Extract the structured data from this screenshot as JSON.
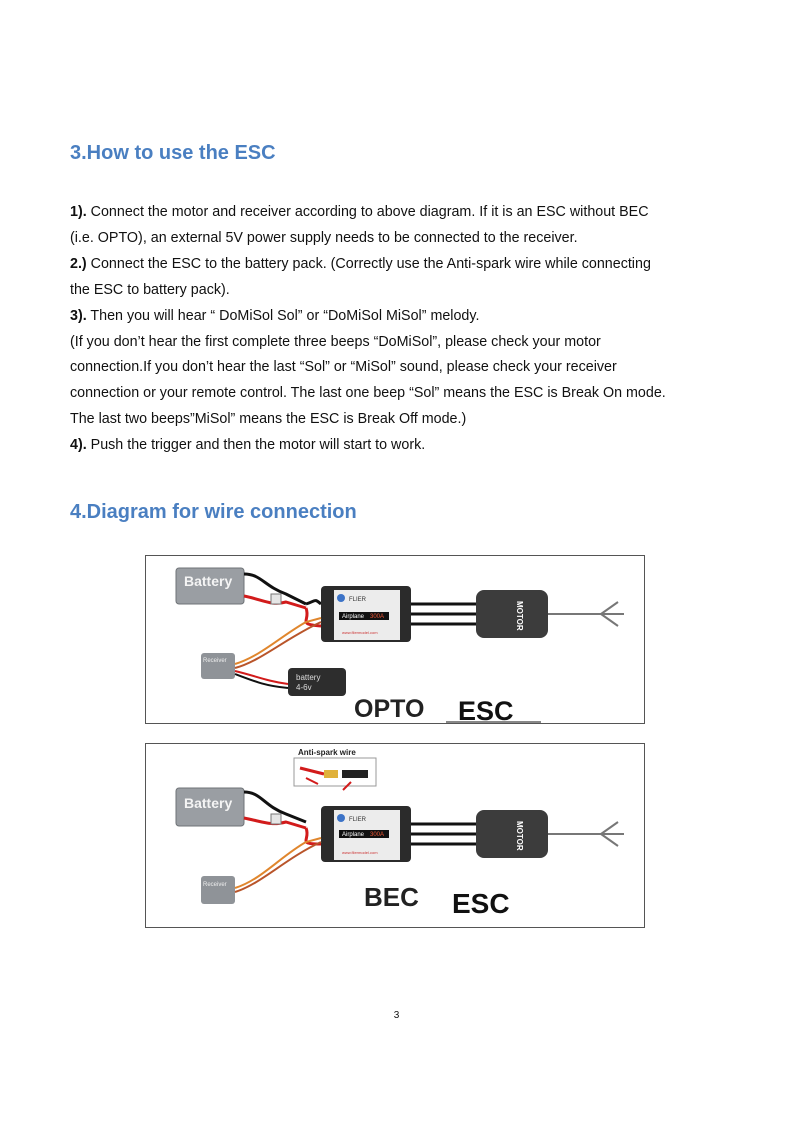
{
  "section3": {
    "heading": "3.How to use the ESC",
    "items": [
      {
        "num": "1).",
        "lines": [
          " Connect the motor and receiver according to above diagram. If it is an ESC without BEC",
          "(i.e. OPTO), an external 5V power supply needs to be connected to the receiver."
        ]
      },
      {
        "num": "2.)",
        "lines": [
          " Connect the ESC to the battery pack. (Correctly use the Anti-spark wire while connecting",
          "the ESC to battery pack)."
        ]
      },
      {
        "num": "3).",
        "lines": [
          " Then you will hear “ DoMiSol  Sol” or “DoMiSol  MiSol” melody.",
          "(If you don’t hear the first complete three beeps “DoMiSol”, please check your motor",
          "connection.If you don’t hear the last “Sol” or “MiSol” sound, please check your receiver",
          "connection or your remote control. The last one beep “Sol” means the ESC is Break On mode.",
          "The last two beeps”MiSol” means the ESC is Break Off mode.)"
        ]
      },
      {
        "num": "4).",
        "lines": [
          "  Push the trigger and then the motor will start to work."
        ]
      }
    ]
  },
  "section4": {
    "heading": "4.Diagram for wire connection",
    "diagram_opto": {
      "battery_label": "Battery",
      "receiver_label": "Receiver",
      "aux_battery_line1": "battery",
      "aux_battery_line2": "4-6v",
      "esc_brand": "FLIER",
      "esc_model": "Airplane",
      "esc_rating": "300A",
      "esc_website": "www.fliermodel.com",
      "motor_label": "MOTOR",
      "caption_type": "OPTO",
      "caption_esc": "ESC"
    },
    "diagram_bec": {
      "anti_spark_label": "Anti-spark wire",
      "battery_label": "Battery",
      "receiver_label": "Receiver",
      "esc_brand": "FLIER",
      "esc_model": "Airplane",
      "esc_rating": "300A",
      "esc_website": "www.fliermodel.com",
      "motor_label": "MOTOR",
      "caption_type": "BEC",
      "caption_esc": "ESC"
    }
  },
  "footer": {
    "page_number": "3"
  }
}
